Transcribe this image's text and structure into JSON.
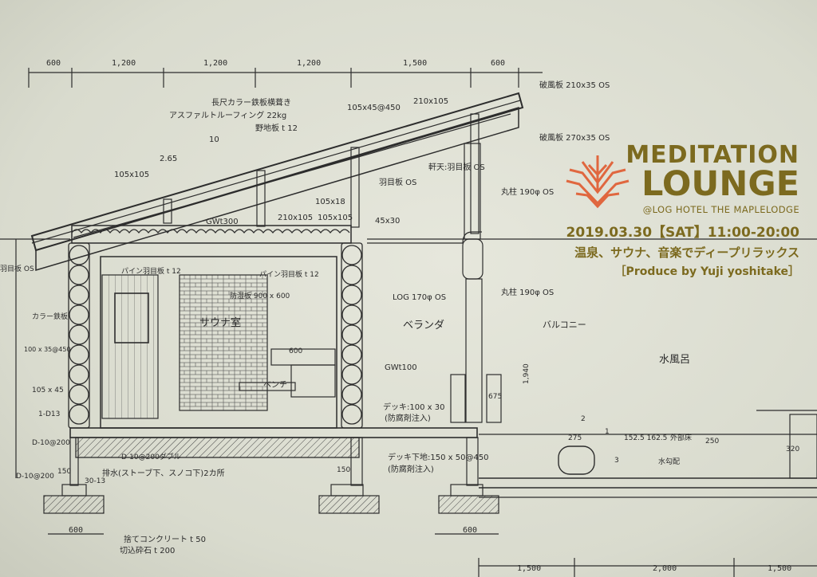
{
  "event": {
    "title_line1": "MEDITATION",
    "title_line2": "LOUNGE",
    "venue": "@LOG HOTEL THE MAPLELODGE",
    "date": "2019.03.30【SAT】11:00-20:00",
    "tagline": "温泉、サウナ、音楽でディープリラックス",
    "producer": "［Produce by Yuji yoshitake］",
    "accent_color": "#7c6a1f",
    "logo_color": "#e0673f",
    "logo_icon": "maple-leaf-logo-icon"
  },
  "drawing": {
    "top_dims": [
      "600",
      "1,200",
      "1,200",
      "1,200",
      "1,500",
      "600"
    ],
    "bottom_dims": [
      "1,500",
      "2,000",
      "1,500"
    ],
    "foot_dims": [
      "600",
      "600"
    ],
    "labels": {
      "roof1": "長尺カラー鉄板横葺き",
      "roof2": "アスファルトルーフィング 22kg",
      "roof3": "野地板 t 12",
      "beam1": "105x45@450",
      "beam2": "210x105",
      "hafu1": "破風板 210x35 OS",
      "hafu2": "破風板 270x35 OS",
      "noki": "軒天:羽目板 OS",
      "hame1": "羽目板 OS",
      "col1": "丸柱 190φ OS",
      "col2": "丸柱 190φ OS",
      "slope_ten": "10",
      "slope_val": "2.65",
      "m105a": "105x105",
      "m105b": "105x18",
      "gw300": "GWt300",
      "m210": "210x105",
      "m105c": "105x105",
      "m45": "45x30",
      "log": "LOG 170φ OS",
      "veranda": "ベランダ",
      "balcony": "バルコニー",
      "mizuburo": "水風呂",
      "sauna": "サウナ室",
      "bench": "ベンチ",
      "gw100": "GWt100",
      "deck1": "デッキ:100 x 30",
      "deck2": "(防腐剤注入)",
      "deckbase1": "デッキ下地:150 x 50@450",
      "deckbase2": "(防腐剤注入)",
      "drain": "排水(ストーブ下、スノコ下)2カ所",
      "conc": "捨てコンクリート t 50",
      "gravel": "切込砕石 t 200",
      "leftA": "羽目板 OS",
      "leftB": "カラー鉄板",
      "leftC": "100 x 35@450",
      "leftD": "105 x 45",
      "leftE": "1-D13",
      "leftF": "D-10@200",
      "found1": "D-10@200",
      "found2": "D-10@200ダブル",
      "v1940": "1,940",
      "v675": "675",
      "v150a": "150",
      "v150b": "150",
      "v30": "30-13",
      "n1": "1",
      "n2": "2",
      "n3": "3",
      "n125": "152.5 162.5",
      "n275": "275",
      "n250": "250",
      "n320": "320",
      "gaibu": "外部床",
      "mizukou": "水勾配",
      "m600": "600",
      "pine1": "パイン羽目板 t 12",
      "pine2": "パイン羽目板 t 12",
      "bou": "防湿板 900 x 600"
    }
  }
}
